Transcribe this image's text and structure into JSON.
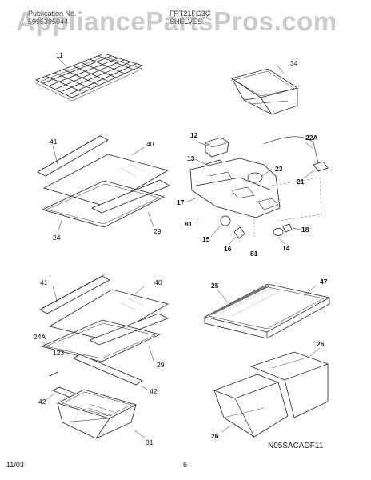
{
  "header": {
    "pub_label": "Publication No.",
    "pub_number": "5995395044",
    "model": "FRT21FG3C",
    "section": "SHELVES"
  },
  "watermark": "AppliancePartsPros.com",
  "footer": {
    "date": "11/03",
    "page": "6",
    "diagram_code": "N05SACADF11"
  },
  "callouts": {
    "c11": "11",
    "c34": "34",
    "c41a": "41",
    "c40a": "40",
    "c29a": "29",
    "c24": "24",
    "c12": "12",
    "c13": "13",
    "c22a": "22A",
    "c23": "23",
    "c21": "21",
    "c17": "17",
    "c81a": "81",
    "c15": "15",
    "c16": "16",
    "c81b": "81",
    "c14": "14",
    "c18": "18",
    "c41b": "41",
    "c40b": "40",
    "c24a": "24A",
    "c123": "123",
    "c29b": "29",
    "c42a": "42",
    "c42b": "42",
    "c31": "31",
    "c25": "25",
    "c47": "47",
    "c26a": "26",
    "c26b": "26"
  }
}
